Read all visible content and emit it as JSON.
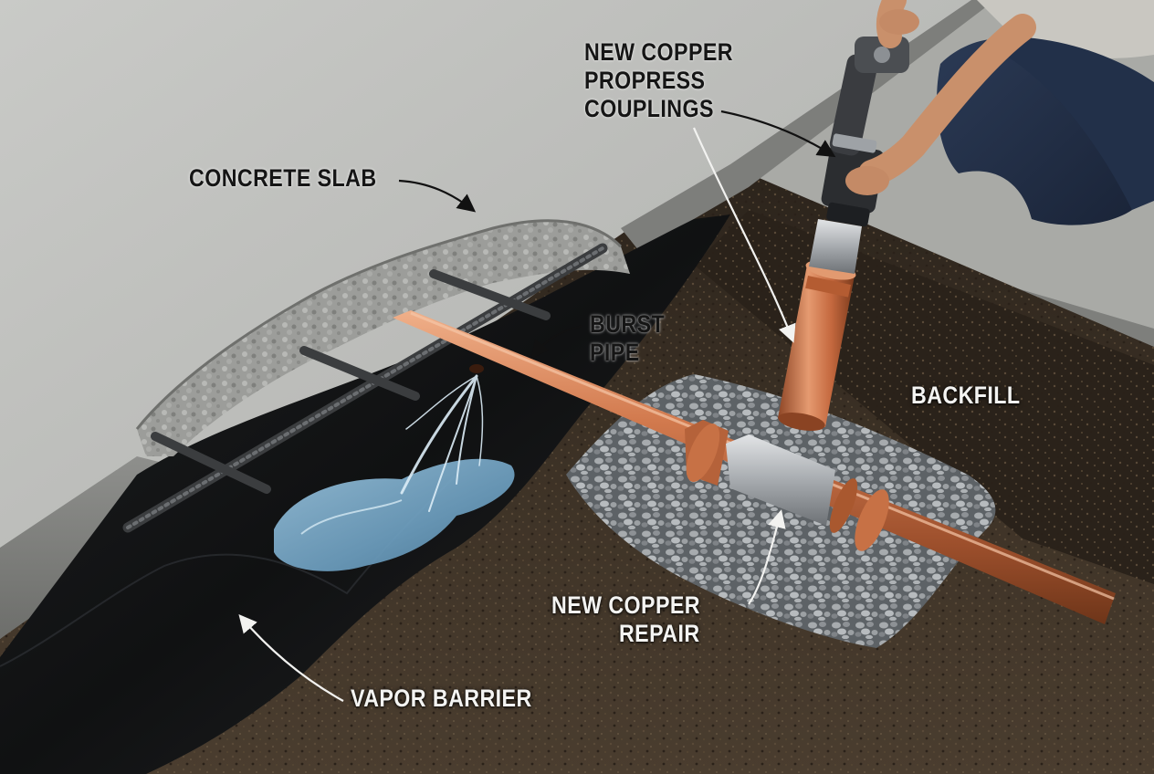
{
  "labels": {
    "concrete_slab": "CONCRETE SLAB",
    "burst_pipe": [
      "BURST",
      "PIPE"
    ],
    "new_couplings": [
      "NEW COPPER",
      "PROPRESS",
      "COUPLINGS"
    ],
    "backfill": "BACKFILL",
    "new_repair": [
      "NEW COPPER",
      "REPAIR"
    ],
    "vapor_barrier": "VAPOR BARRIER"
  },
  "colors": {
    "concrete": "#b9bab7",
    "copper": "#c9714a",
    "soil": "#3a2f25",
    "gravel": "#8f9396",
    "vapor_barrier": "#141516",
    "water": "#7fb0cf",
    "rebar": "#4a4c4e"
  },
  "icons": [
    "press-tool-icon",
    "worker-icon",
    "water-spray-icon"
  ]
}
